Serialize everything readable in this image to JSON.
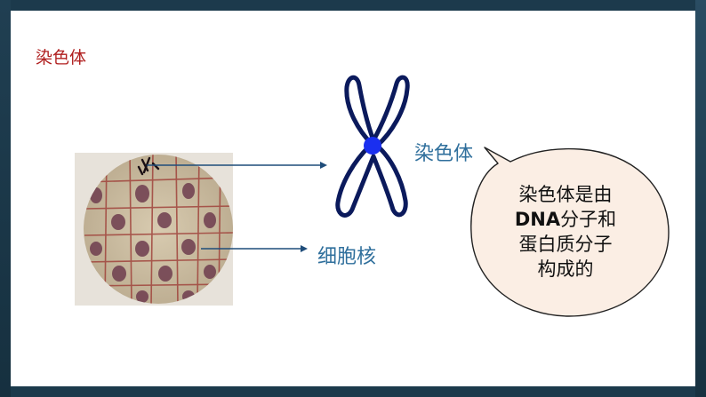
{
  "slide": {
    "title": "染色体",
    "chromosome_label": "染色体",
    "nucleus_label": "细胞核",
    "bubble": {
      "line1": "染色体是由",
      "line2_bold": "DNA",
      "line2_rest": "分子和",
      "line3": "蛋白质分子",
      "line4": "构成的"
    }
  },
  "colors": {
    "title": "#b01e1e",
    "label": "#2f6f9c",
    "chromosome_outline": "#0b1a5c",
    "centromere": "#1a2ff0",
    "bubble_fill": "#fbeee4",
    "arrow": "#1f4d7a"
  },
  "icons": {
    "micrograph": "cell-micrograph-icon",
    "chromosome": "chromosome-icon"
  }
}
